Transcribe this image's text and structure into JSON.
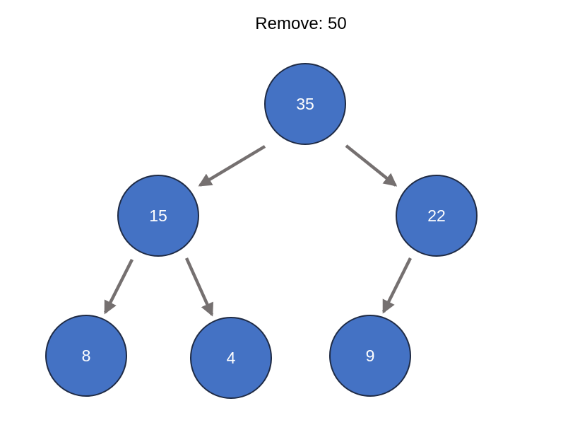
{
  "title": "Remove: 50",
  "colors": {
    "node_fill": "#4472C4",
    "node_stroke": "#1F2B45",
    "edge": "#757070",
    "label": "#FFFFFF",
    "title": "#000000"
  },
  "tree": {
    "nodes": [
      {
        "id": "n35",
        "label": "35"
      },
      {
        "id": "n15",
        "label": "15"
      },
      {
        "id": "n22",
        "label": "22"
      },
      {
        "id": "n8",
        "label": "8"
      },
      {
        "id": "n4",
        "label": "4"
      },
      {
        "id": "n9",
        "label": "9"
      }
    ],
    "edges": [
      {
        "from": "n35",
        "to": "n15"
      },
      {
        "from": "n35",
        "to": "n22"
      },
      {
        "from": "n15",
        "to": "n8"
      },
      {
        "from": "n15",
        "to": "n4"
      },
      {
        "from": "n22",
        "to": "n9"
      }
    ]
  }
}
